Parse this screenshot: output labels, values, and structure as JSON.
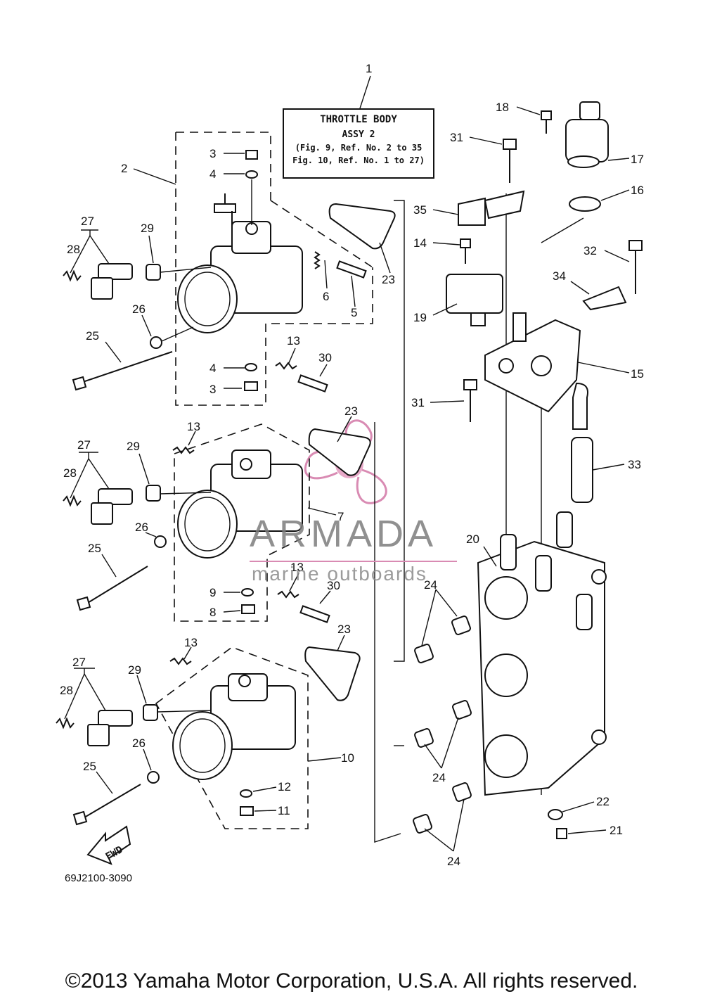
{
  "title_box": {
    "callout": "1",
    "line1": "THROTTLE BODY",
    "line2": "ASSY 2",
    "line3": "(Fig. 9, Ref. No. 2 to 35",
    "line4": "Fig. 10, Ref. No. 1 to 27)"
  },
  "diagram_code": "69J2100-3090",
  "fwd_label": "FWD",
  "watermark": {
    "name": "ARMADA",
    "tagline": "marine outboards",
    "accent_color": "#d98bb3"
  },
  "copyright": "©2013 Yamaha Motor Corporation, U.S.A. All rights reserved.",
  "callouts": {
    "c2": "2",
    "c3a": "3",
    "c4a": "4",
    "c5": "5",
    "c6": "6",
    "c23a": "23",
    "c27a": "27",
    "c28a": "28",
    "c29a": "29",
    "c26a": "26",
    "c25a": "25",
    "c13a": "13",
    "c30a": "30",
    "c4b": "4",
    "c3b": "3",
    "c23b": "23",
    "c13b": "13",
    "c27b": "27",
    "c28b": "28",
    "c29b": "29",
    "c7": "7",
    "c26b": "26",
    "c25b": "25",
    "c13c": "13",
    "c30b": "30",
    "c9": "9",
    "c8": "8",
    "c23c": "23",
    "c13d": "13",
    "c27c": "27",
    "c28c": "28",
    "c29c": "29",
    "c10": "10",
    "c26c": "26",
    "c25c": "25",
    "c12": "12",
    "c11": "11",
    "c18": "18",
    "c17": "17",
    "c31a": "31",
    "c16": "16",
    "c35": "35",
    "c32": "32",
    "c14": "14",
    "c34": "34",
    "c19": "19",
    "c15": "15",
    "c31b": "31",
    "c33": "33",
    "c20": "20",
    "c24a": "24",
    "c24b": "24",
    "c22": "22",
    "c21": "21",
    "c24c": "24"
  }
}
